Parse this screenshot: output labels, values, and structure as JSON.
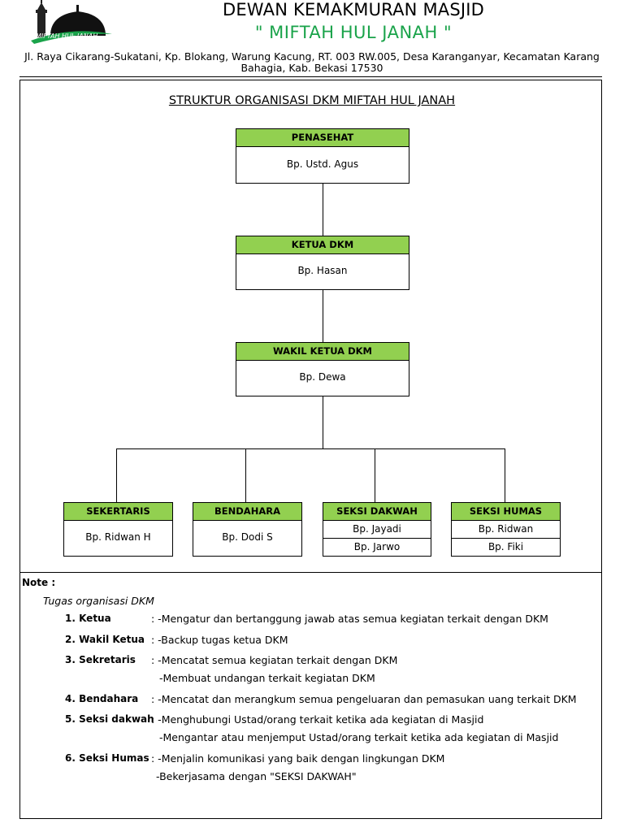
{
  "header": {
    "title": "DEWAN KEMAKMURAN  MASJID",
    "subtitle": "\" MIFTAH HUL JANAH \"",
    "address": "Jl. Raya Cikarang-Sukatani, Kp. Blokang, Warung Kacung, RT. 003 RW.005, Desa Karanganyar, Kecamatan Karang Bahagia, Kab. Bekasi 17530",
    "logo_text": "MIFTAH HUL JANAH"
  },
  "structure_title": "STRUKTUR ORGANISASI DKM MIFTAH HUL JANAH",
  "org": {
    "penasehat": {
      "title": "PENASEHAT",
      "name": "Bp. Ustd. Agus"
    },
    "ketua": {
      "title": "KETUA DKM",
      "name": "Bp. Hasan"
    },
    "wakil": {
      "title": "WAKIL KETUA DKM",
      "name": "Bp. Dewa"
    },
    "sekertaris": {
      "title": "SEKERTARIS",
      "name": "Bp. Ridwan H"
    },
    "bendahara": {
      "title": "BENDAHARA",
      "name": "Bp. Dodi S"
    },
    "dakwah": {
      "title": "SEKSI DAKWAH",
      "names": [
        "Bp. Jayadi",
        "Bp. Jarwo"
      ]
    },
    "humas": {
      "title": "SEKSI HUMAS",
      "names": [
        "Bp. Ridwan",
        "Bp. Fiki"
      ]
    }
  },
  "notes": {
    "label": "Note :",
    "heading": "Tugas organisasi DKM",
    "tasks": [
      {
        "name": "1. Ketua",
        "lines": [
          ": -Mengatur dan bertanggung jawab atas semua kegiatan terkait dengan DKM"
        ]
      },
      {
        "name": "2. Wakil Ketua",
        "lines": [
          ": -Backup tugas ketua DKM"
        ]
      },
      {
        "name": "3. Sekretaris",
        "lines": [
          ": -Mencatat semua kegiatan terkait dengan DKM",
          "-Membuat undangan terkait kegiatan DKM"
        ]
      },
      {
        "name": "4. Bendahara",
        "lines": [
          ": -Mencatat dan merangkum semua pengeluaran dan pemasukan uang terkait DKM"
        ]
      },
      {
        "name": "5. Seksi dakwah",
        "lines": [
          ": -Menghubungi Ustad/orang terkait ketika ada kegiatan di Masjid",
          "-Mengantar atau menjemput Ustad/orang terkait ketika ada kegiatan di Masjid"
        ]
      },
      {
        "name": "6. Seksi Humas",
        "lines": [
          ": -Menjalin komunikasi yang baik dengan lingkungan DKM",
          "-Bekerjasama dengan \"SEKSI DAKWAH\""
        ]
      }
    ]
  },
  "colors": {
    "green_header": "#92d050",
    "subtitle_green": "#1aa34a"
  }
}
